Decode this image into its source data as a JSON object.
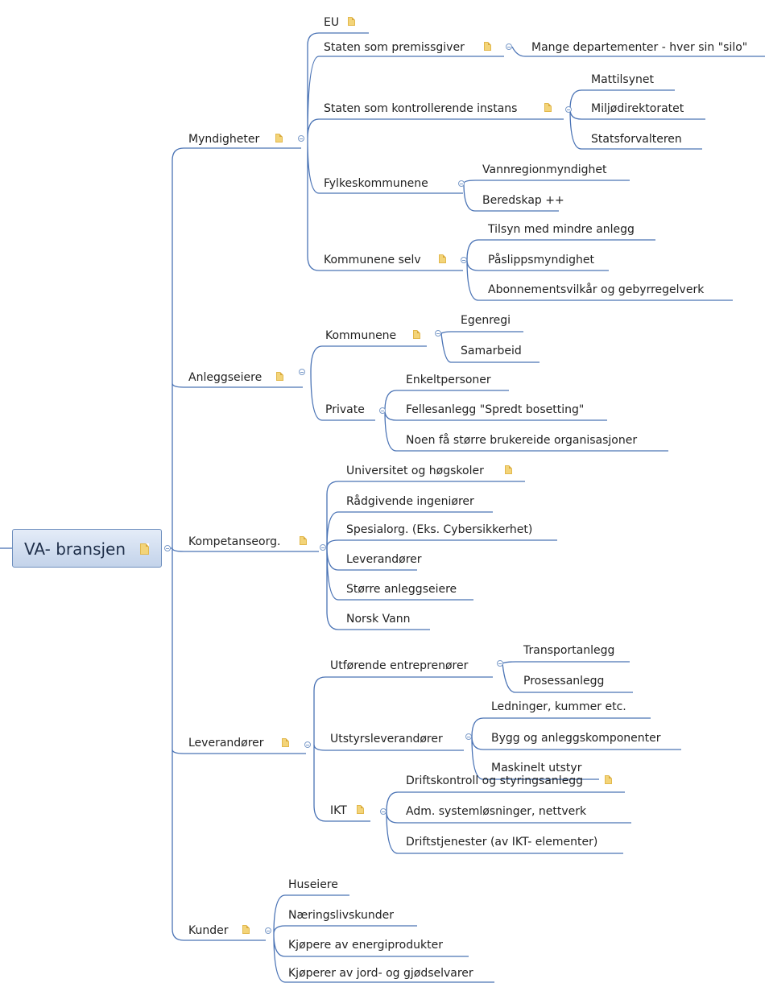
{
  "root": {
    "label": "VA- bransjen"
  },
  "nodes": {
    "myndigheter": "Myndigheter",
    "eu": "EU",
    "staten_premiss": "Staten som premissgiver",
    "mange_dep": "Mange departementer - hver sin \"silo\"",
    "staten_kontroll": "Staten som kontrollerende instans",
    "mattilsynet": "Mattilsynet",
    "miljodir": "Miljødirektoratet",
    "statsforvalteren": "Statsforvalteren",
    "fylkeskommunene": "Fylkeskommunene",
    "vannregion": "Vannregionmyndighet",
    "beredskap": "Beredskap ++",
    "kommunene_selv": "Kommunene selv",
    "tilsyn": "Tilsyn med mindre anlegg",
    "paslipp": "Påslippsmyndighet",
    "abonnement": "Abonnementsvilkår og gebyrregelverk",
    "anleggseiere": "Anleggseiere",
    "kommunene": "Kommunene",
    "egenregi": "Egenregi",
    "samarbeid": "Samarbeid",
    "private": "Private",
    "enkeltpersoner": "Enkeltpersoner",
    "fellesanlegg": "Fellesanlegg \"Spredt bosetting\"",
    "noen_fa": "Noen få større brukereide organisasjoner",
    "kompetanse": "Kompetanseorg.",
    "universitet": "Universitet og høgskoler",
    "radgivende": "Rådgivende ingeniører",
    "spesialorg": "Spesialorg. (Eks. Cybersikkerhet)",
    "leverandorer_k": "Leverandører",
    "storre": "Større anleggseiere",
    "norsk_vann": "Norsk Vann",
    "leverandorer": "Leverandører",
    "utforende": "Utførende entreprenører",
    "transport": "Transportanlegg",
    "prosess": "Prosessanlegg",
    "utstyr": "Utstyrsleverandører",
    "ledninger": "Ledninger, kummer etc.",
    "bygg": "Bygg og anleggskomponenter",
    "maskinelt": "Maskinelt utstyr",
    "ikt": "IKT",
    "driftskontroll": "Driftskontroll og styringsanlegg",
    "adm": "Adm. systemløsninger, nettverk",
    "driftstjenester": "Driftstjenester (av IKT- elementer)",
    "kunder": "Kunder",
    "huseiere": "Huseiere",
    "naering": "Næringslivskunder",
    "kjopere_energi": "Kjøpere av energiprodukter",
    "kjopere_jord": "Kjøperer av jord- og gjødselvarer"
  },
  "colors": {
    "branch": "#4a73b5",
    "note": "#f3d479",
    "root_fill": "#d3dff0"
  }
}
